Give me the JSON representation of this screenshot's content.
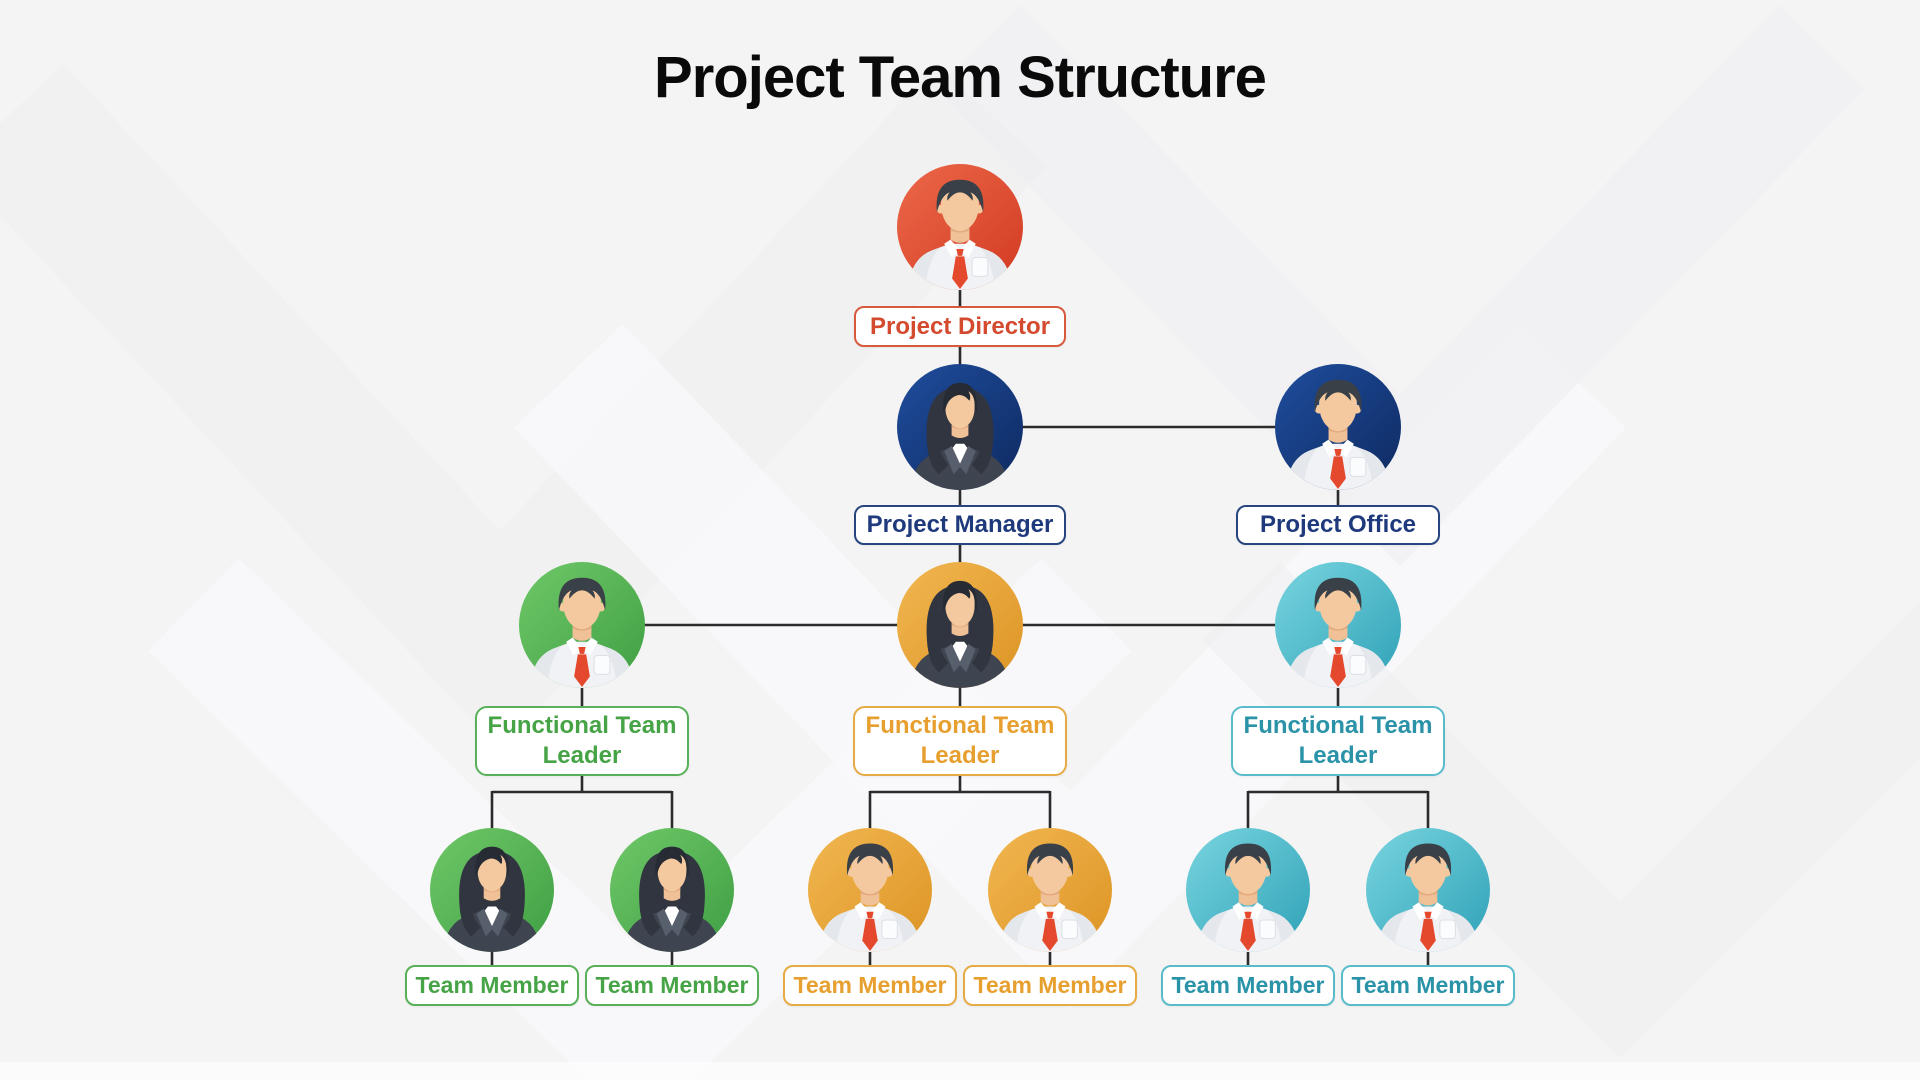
{
  "title": "Project Team Structure",
  "colors": {
    "director_red": "#DB4829",
    "navy_blue": "#16337B",
    "green": "#4CAC4C",
    "amber": "#E8A137",
    "teal": "#3AA9BD",
    "connector": "#2b2b2b",
    "background": "#F4F4F5",
    "label_background": "#FFFFFF"
  },
  "nodes": {
    "director": {
      "label": "Project Director",
      "avatar": "male-person-red-circle"
    },
    "manager": {
      "label": "Project Manager",
      "avatar": "female-person-navy-circle"
    },
    "office": {
      "label": "Project Office",
      "avatar": "male-person-navy-circle"
    },
    "leaders": [
      {
        "label": "Functional Team Leader",
        "avatar": "male-person-green-circle",
        "team_color": "green"
      },
      {
        "label": "Functional Team Leader",
        "avatar": "female-person-amber-circle",
        "team_color": "amber"
      },
      {
        "label": "Functional Team Leader",
        "avatar": "male-person-teal-circle",
        "team_color": "teal"
      }
    ],
    "members": [
      {
        "label": "Team Member",
        "avatar": "female-person-green-circle",
        "team_color": "green"
      },
      {
        "label": "Team Member",
        "avatar": "female-person-green-circle",
        "team_color": "green"
      },
      {
        "label": "Team Member",
        "avatar": "male-person-amber-circle",
        "team_color": "amber"
      },
      {
        "label": "Team Member",
        "avatar": "male-person-amber-circle",
        "team_color": "amber"
      },
      {
        "label": "Team Member",
        "avatar": "male-person-teal-circle",
        "team_color": "teal"
      },
      {
        "label": "Team Member",
        "avatar": "male-person-teal-circle",
        "team_color": "teal"
      }
    ]
  }
}
